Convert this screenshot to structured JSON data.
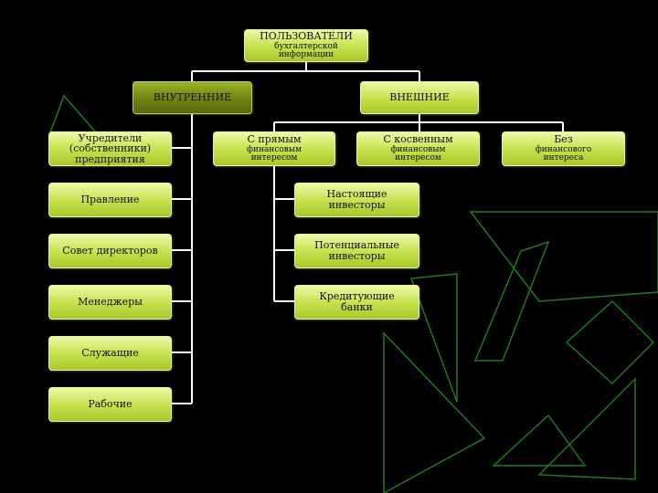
{
  "root": {
    "title": "ПОЛЬЗОВАТЕЛИ",
    "subtitle": "бухгалтерской информации"
  },
  "internal": {
    "title": "ВНУТРЕННИЕ",
    "items": [
      "Учредители (собственники) предприятия",
      "Правление",
      "Совет директоров",
      "Менеджеры",
      "Служащие",
      "Рабочие"
    ]
  },
  "external": {
    "title": "ВНЕШНИЕ",
    "groups": [
      {
        "title": "С прямым",
        "subtitle": "финансовым интересом"
      },
      {
        "title": "С косвенным",
        "subtitle": "финансовым интересом"
      },
      {
        "title": "Без",
        "subtitle": "финансового интереса"
      }
    ],
    "direct_items": [
      "Настоящие инвесторы",
      "Потенциальные инвесторы",
      "Кредитующие банки"
    ]
  },
  "colors": {
    "background": "#000000",
    "box": "#c4e04a",
    "box_dark": "#6f8212",
    "connector": "#ffffff",
    "decor": "#1f7a1f"
  }
}
